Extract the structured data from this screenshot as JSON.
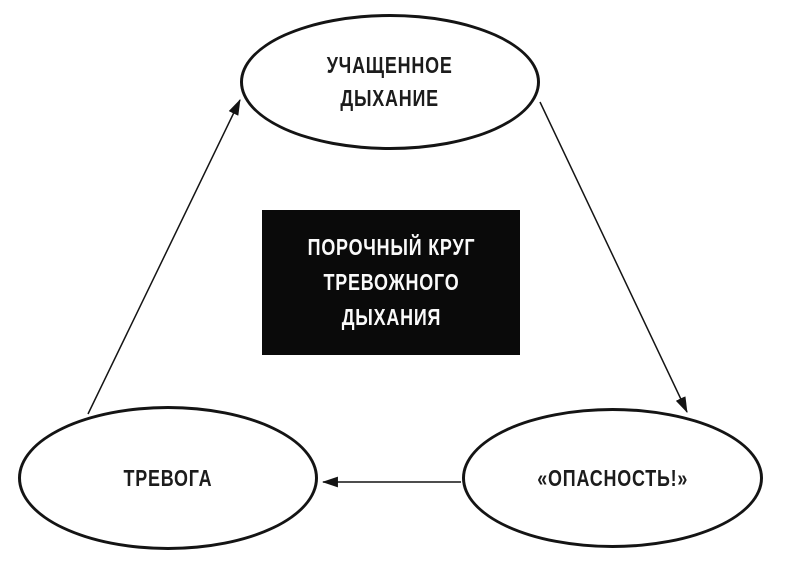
{
  "diagram": {
    "type": "cycle-diagram",
    "language": "ru",
    "colors": {
      "background": "#ffffff",
      "ink": "#141414",
      "center_box_bg": "#0a0a0a",
      "center_box_text": "#fafafa"
    },
    "center_box": {
      "lines": [
        "ПОРОЧНЫЙ КРУГ",
        "ТРЕВОЖНОГО",
        "ДЫХАНИЯ"
      ]
    },
    "nodes": {
      "rapid_breathing": {
        "lines": [
          "УЧАЩЕННОЕ",
          "ДЫХАНИЕ"
        ]
      },
      "anxiety": {
        "label": "ТРЕВОГА"
      },
      "danger": {
        "label": "«ОПАСНОСТЬ!»"
      }
    },
    "edges": [
      {
        "from": "rapid_breathing",
        "to": "danger"
      },
      {
        "from": "danger",
        "to": "anxiety"
      },
      {
        "from": "anxiety",
        "to": "rapid_breathing"
      }
    ]
  }
}
